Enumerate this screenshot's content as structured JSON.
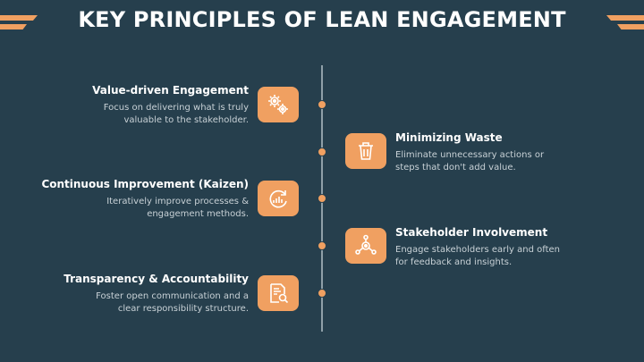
{
  "title": "KEY PRINCIPLES OF LEAN ENGAGEMENT",
  "accent_color": "#f0a061",
  "background_color": "#263f4d",
  "principles": [
    {
      "heading": "Value-driven Engagement",
      "desc_line1": "Focus on delivering what is truly",
      "desc_line2": "valuable to the stakeholder.",
      "icon": "gears-icon"
    },
    {
      "heading": "Minimizing Waste",
      "desc_line1": "Eliminate unnecessary actions or",
      "desc_line2": "steps that don't add value.",
      "icon": "trash-bin-icon"
    },
    {
      "heading": "Continuous Improvement (Kaizen)",
      "desc_line1": "Iteratively improve processes &",
      "desc_line2": "engagement methods.",
      "icon": "growth-cycle-icon"
    },
    {
      "heading": "Stakeholder Involvement",
      "desc_line1": "Engage stakeholders early and often",
      "desc_line2": "for feedback and insights.",
      "icon": "team-gear-icon"
    },
    {
      "heading": "Transparency & Accountability",
      "desc_line1": "Foster open communication and a",
      "desc_line2": "clear responsibility structure.",
      "icon": "document-magnifier-icon"
    }
  ]
}
